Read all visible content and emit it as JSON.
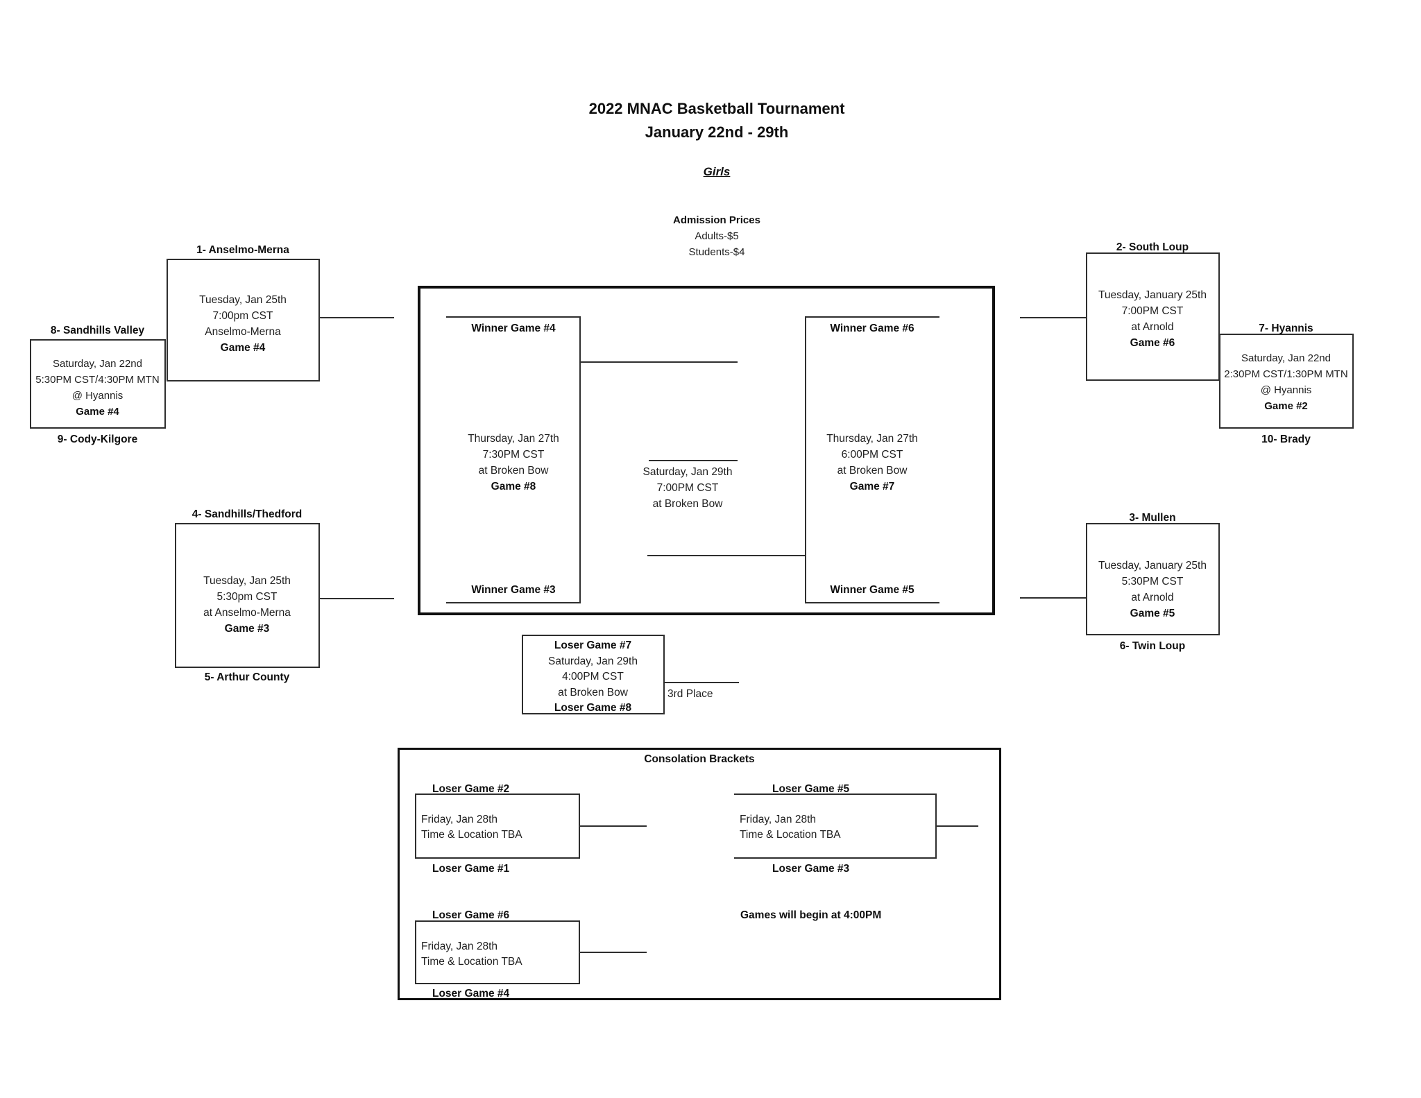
{
  "header": {
    "title": "2022 MNAC Basketball Tournament",
    "dates": "January 22nd - 29th",
    "division": "Girls",
    "admission": {
      "label": "Admission Prices",
      "adults": "Adults-$5",
      "students": "Students-$4"
    }
  },
  "main_bracket": {
    "left": {
      "seed_1": "1- Anselmo-Merna",
      "quarterfinal_top": {
        "date": "Tuesday, Jan 25th",
        "time": "7:00pm CST",
        "location": "Anselmo-Merna",
        "game": "Game #4"
      },
      "seed_8": "8- Sandhills Valley",
      "playin": {
        "date": "Saturday, Jan 22nd",
        "time": "5:30PM CST/4:30PM MTN",
        "location": "@ Hyannis",
        "game": "Game #4"
      },
      "seed_9": "9- Cody-Kilgore",
      "seed_4": "4- Sandhills/Thedford",
      "quarterfinal_bottom": {
        "date": "Tuesday, Jan 25th",
        "time": "5:30pm CST",
        "location": "at Anselmo-Merna",
        "game": "Game #3"
      },
      "seed_5": "5- Arthur County"
    },
    "right": {
      "seed_2": "2- South Loup",
      "quarterfinal_top": {
        "date": "Tuesday, January 25th",
        "time": "7:00PM CST",
        "location": "at Arnold",
        "game": "Game #6"
      },
      "seed_7": "7- Hyannis",
      "playin": {
        "date": "Saturday, Jan 22nd",
        "time": "2:30PM CST/1:30PM MTN",
        "location": "@ Hyannis",
        "game": "Game #2"
      },
      "seed_10": "10- Brady",
      "seed_3": "3- Mullen",
      "quarterfinal_bottom": {
        "date": "Tuesday, January 25th",
        "time": "5:30PM CST",
        "location": "at Arnold",
        "game": "Game #5"
      },
      "seed_6": "6- Twin Loup"
    },
    "semifinal_left": {
      "slot_top": "Winner Game #4",
      "date": "Thursday, Jan 27th",
      "time": "7:30PM CST",
      "location": "at Broken Bow",
      "game": "Game #8",
      "slot_bottom": "Winner Game #3"
    },
    "semifinal_right": {
      "slot_top": "Winner Game #6",
      "date": "Thursday, Jan 27th",
      "time": "6:00PM CST",
      "location": "at Broken Bow",
      "game": "Game #7",
      "slot_bottom": "Winner Game #5"
    },
    "championship": {
      "date": "Saturday, Jan 29th",
      "time": "7:00PM CST",
      "location": "at Broken Bow"
    },
    "third_place_game": {
      "slot_top": "Loser Game #7",
      "date": "Saturday, Jan 29th",
      "time": "4:00PM CST",
      "location": "at Broken Bow",
      "slot_bottom": "Loser Game #8",
      "label": "3rd Place"
    }
  },
  "consolation": {
    "header": "Consolation Brackets",
    "bracket_a": {
      "slot_top": "Loser Game #2",
      "date": "Friday, Jan 28th",
      "details": "Time & Location TBA",
      "slot_bottom": "Loser Game #1"
    },
    "bracket_b": {
      "slot_top": "Loser Game #5",
      "date": "Friday, Jan 28th",
      "details": "Time & Location TBA",
      "slot_bottom": "Loser Game #3"
    },
    "bracket_c": {
      "slot_top": "Loser Game #6",
      "date": "Friday, Jan 28th",
      "details": "Time & Location TBA",
      "slot_bottom": "Loser Game #4"
    },
    "note": "Games will begin at 4:00PM"
  }
}
